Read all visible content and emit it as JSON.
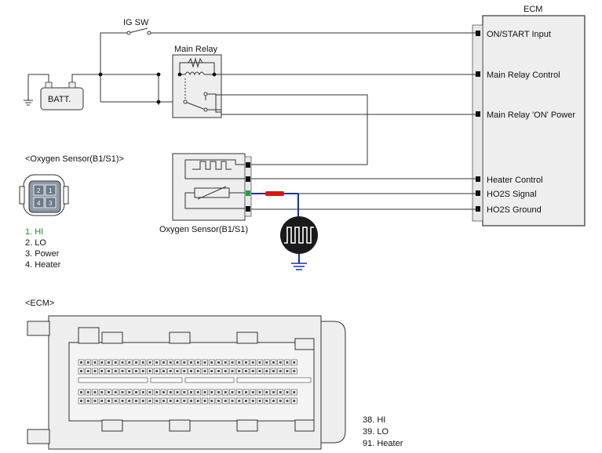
{
  "ecm_box": {
    "title": "ECM",
    "pins": [
      "ON/START Input",
      "Main Relay Control",
      "Main Relay 'ON' Power",
      "Heater Control",
      "HO2S  Signal",
      "HO2S  Ground"
    ]
  },
  "ig_switch": {
    "label": "IG SW"
  },
  "battery": {
    "label": "BATT."
  },
  "main_relay": {
    "label": "Main Relay"
  },
  "sensor_box": {
    "label": "Oxygen Sensor(B1/S1)"
  },
  "connector_sensor": {
    "title": "<Oxygen Sensor(B1/S1)>",
    "pin_numbers": [
      "1",
      "2",
      "3",
      "4"
    ],
    "pin_list": [
      "1. HI",
      "2. LO",
      "3. Power",
      "4. Heater"
    ],
    "highlight_color": "#1a8a2a"
  },
  "connector_ecm": {
    "title": "<ECM>",
    "pin_list": [
      "38. HI",
      "39. LO",
      "91. Heater"
    ]
  },
  "colors": {
    "signal_wire": "#1030c0",
    "resistor_mark": "#e01010",
    "pin_highlight": "#22a040",
    "scope_fill": "#1a1a1a"
  }
}
